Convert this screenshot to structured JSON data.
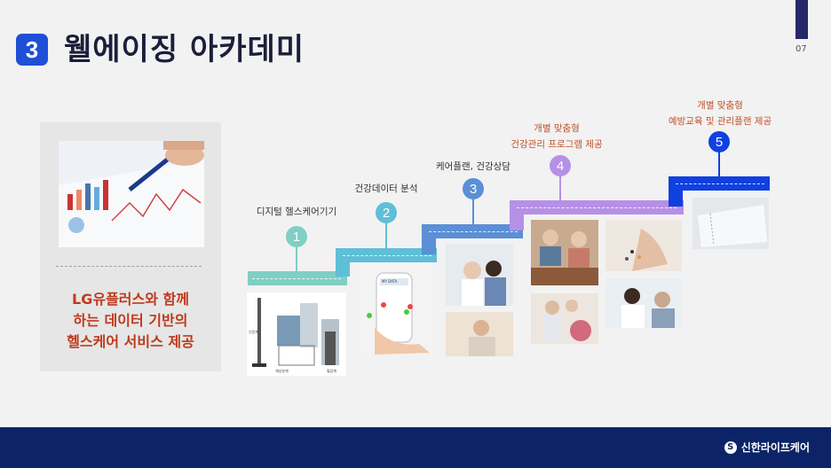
{
  "header": {
    "section_number": "3",
    "title": "웰에이징 아카데미",
    "page_number": "07"
  },
  "left_panel": {
    "photo_icon": "chart-analysis-photo",
    "lines": [
      "LG유플러스와 함께",
      "하는 데이터 기반의",
      "헬스케어 서비스 제공"
    ]
  },
  "steps": [
    {
      "number": "1",
      "label": [
        "디지털 헬스케어기기"
      ],
      "color": "#7fcfc4"
    },
    {
      "number": "2",
      "label": [
        "건강데이터 분석"
      ],
      "color": "#5fbfd7"
    },
    {
      "number": "3",
      "label": [
        "케어플랜, 건강상담"
      ],
      "color": "#5b8fd6"
    },
    {
      "number": "4",
      "label": [
        "개별 맞춤형",
        "건강관리 프로그램 제공"
      ],
      "color": "#b690e6"
    },
    {
      "number": "5",
      "label": [
        "개별 맞춤형",
        "예방교육 및 관리플랜 제공"
      ],
      "color": "#1040e0"
    }
  ],
  "photos": {
    "device": {
      "icon": "health-kiosk-photo",
      "caption_left": "신장계",
      "caption_mid": "체성분계",
      "caption_right": "혈압계"
    },
    "phone": {
      "icon": "phone-app-photo",
      "screen_title": "MY DATA"
    },
    "consult": "consultation-photo",
    "senior_phone": "senior-phone-photo",
    "group_meal": "group-meal-photo",
    "pills": "pills-photo",
    "exercise": "exercise-ball-photo",
    "doctor": "doctor-patient-photo",
    "notebook": "notebook-photo"
  },
  "footer": {
    "brand": "신한라이프케어",
    "logo_icon": "shinhan-logo-icon"
  }
}
